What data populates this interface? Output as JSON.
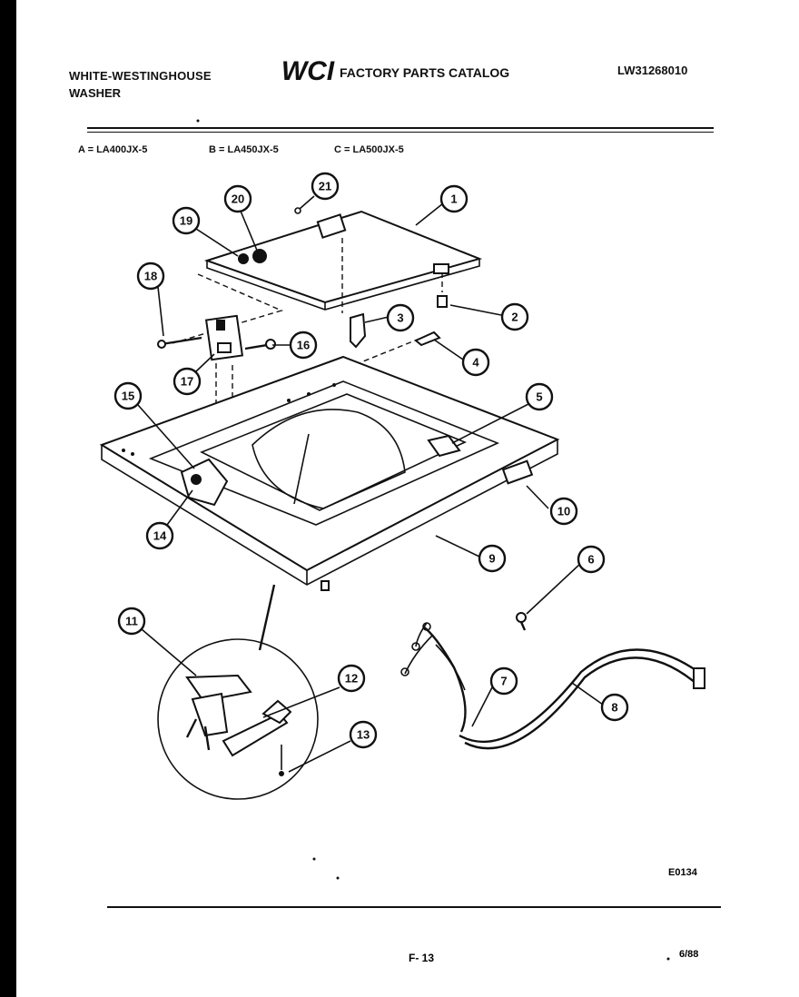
{
  "header": {
    "brand_line1": "WHITE-WESTINGHOUSE",
    "brand_line2": "WASHER",
    "logo_text": "WCI",
    "catalog_title": "FACTORY PARTS CATALOG",
    "catalog_number": "LW31268010"
  },
  "models": {
    "a": "A = LA400JX-5",
    "b": "B = LA450JX-5",
    "c": "C = LA500JX-5"
  },
  "callouts": {
    "c1": "1",
    "c2": "2",
    "c3": "3",
    "c4": "4",
    "c5": "5",
    "c6": "6",
    "c7": "7",
    "c8": "8",
    "c9": "9",
    "c10": "10",
    "c11": "11",
    "c12": "12",
    "c13": "13",
    "c14": "14",
    "c15": "15",
    "c16": "16",
    "c17": "17",
    "c18": "18",
    "c19": "19",
    "c20": "20",
    "c21": "21"
  },
  "footer": {
    "drawing_code": "E0134",
    "page_number": "F- 13",
    "date": "6/88"
  }
}
